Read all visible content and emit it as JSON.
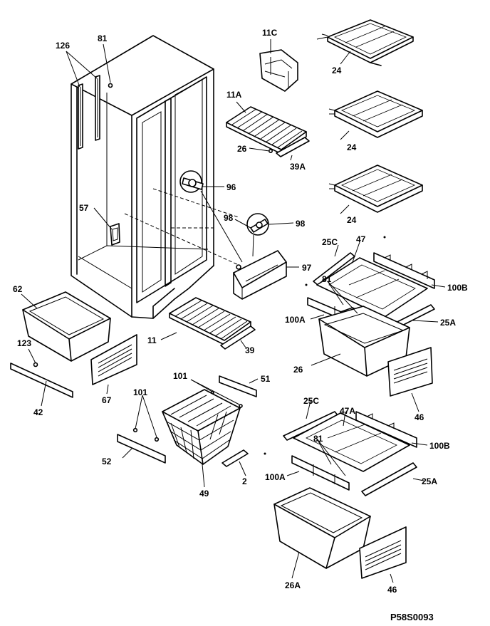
{
  "diagram": {
    "callouts": {
      "c126": "126",
      "c81_top": "81",
      "c11C": "11C",
      "c24_a": "24",
      "c24_b": "24",
      "c24_c": "24",
      "c11A": "11A",
      "c26_wire": "26",
      "c39A": "39A",
      "c96": "96",
      "c57": "57",
      "c98_a": "98",
      "c98_b": "98",
      "c25C_a": "25C",
      "c47": "47",
      "c97": "97",
      "c100B_a": "100B",
      "c62": "62",
      "c81_mid": "81",
      "c100A_a": "100A",
      "c25A_a": "25A",
      "c11": "11",
      "c39": "39",
      "c123": "123",
      "c26_drawer": "26",
      "c101_a": "101",
      "c51": "51",
      "c42": "42",
      "c67": "67",
      "c46_a": "46",
      "c101_b": "101",
      "c25C_b": "25C",
      "c47A": "47A",
      "c100B_b": "100B",
      "c52": "52",
      "c81_low": "81",
      "c100A_b": "100A",
      "c2": "2",
      "c25A_b": "25A",
      "c49": "49",
      "c26A": "26A",
      "c46_b": "46"
    },
    "drawing_code": "P58S0093"
  }
}
